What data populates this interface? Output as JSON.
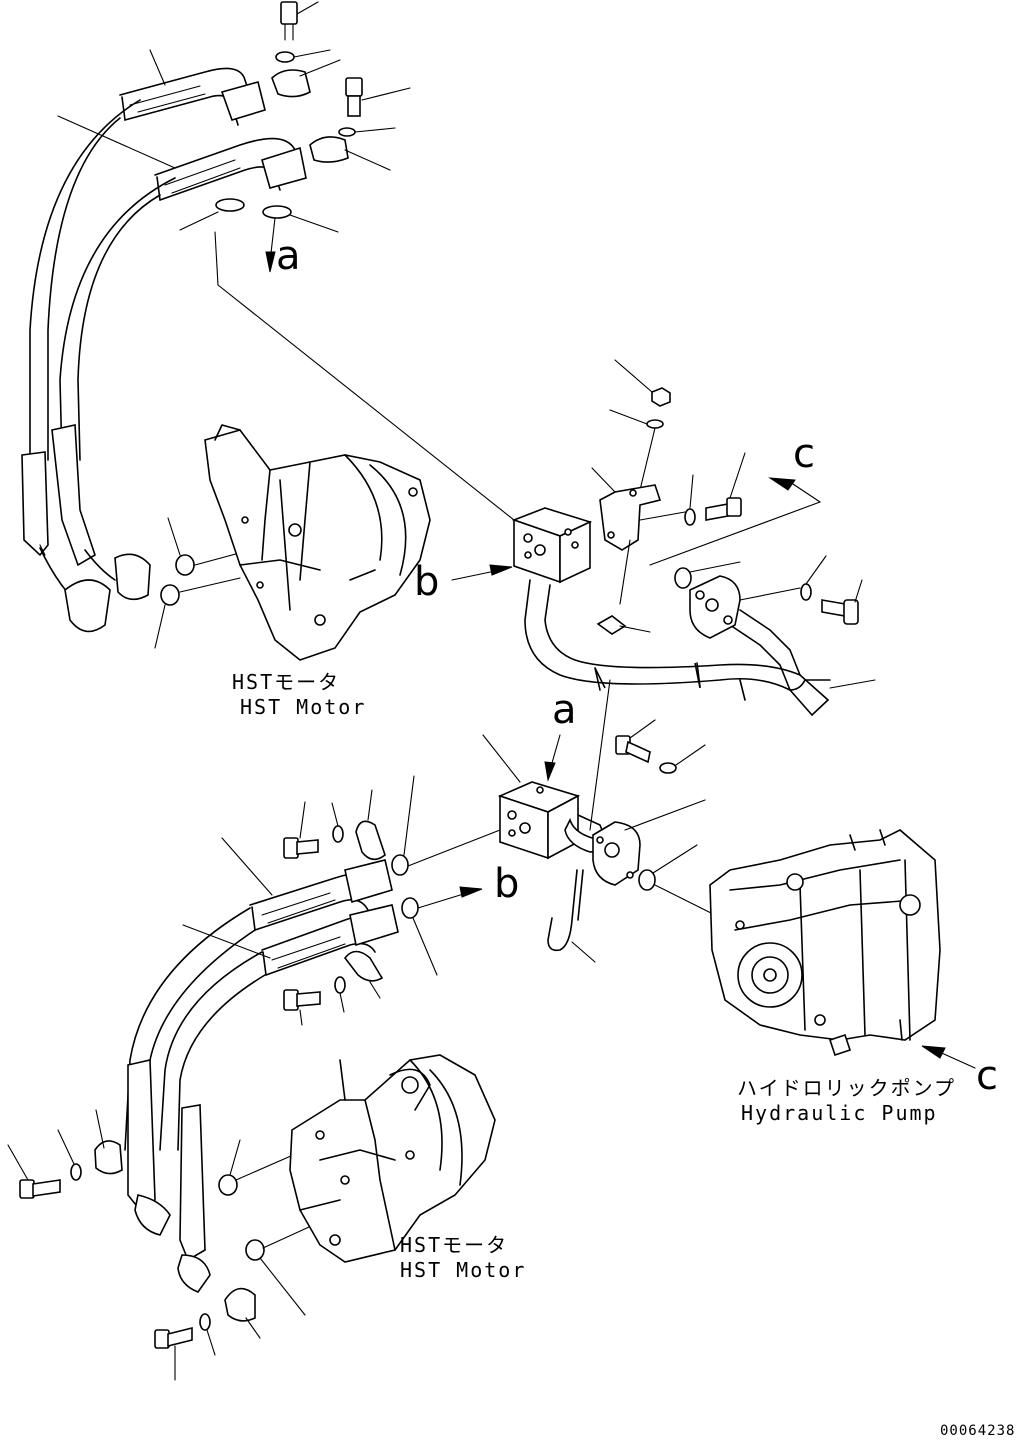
{
  "refs": {
    "a": "a",
    "b": "b",
    "c": "c"
  },
  "components": {
    "motor_upper": {
      "jp": "HSTモータ",
      "en": "HST Motor"
    },
    "motor_lower": {
      "jp": "HSTモータ",
      "en": "HST Motor"
    },
    "pump": {
      "jp": "ハイドロリックポンプ",
      "en": "Hydraulic Pump"
    }
  },
  "drawing_number": "00064238"
}
